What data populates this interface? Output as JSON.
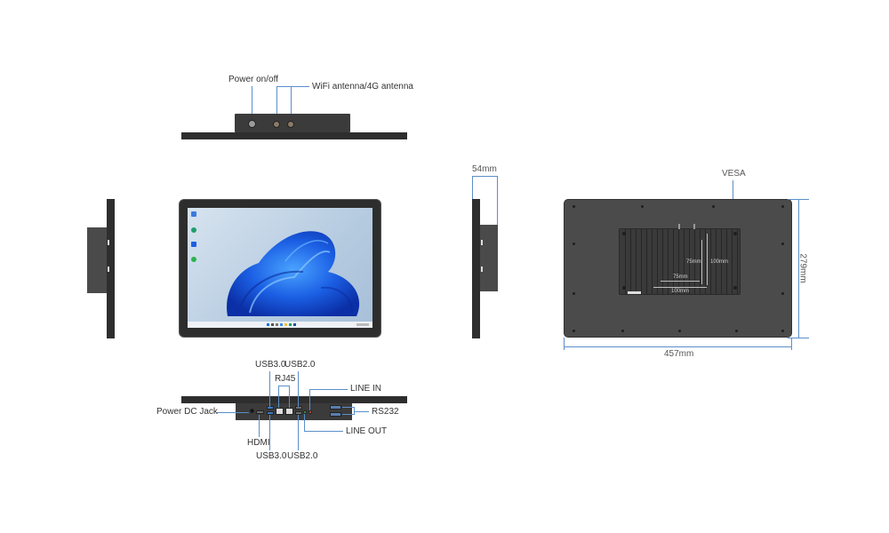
{
  "diagram": {
    "title": "Industrial panel PC dimension and interface drawing",
    "colors": {
      "callout_line": "#5b8fc9",
      "chassis": "#4a4a4a",
      "bezel": "#2e2e2e",
      "wallpaper": "#1a5fe0"
    },
    "top_view": {
      "labels": {
        "power": "Power on/off",
        "antenna": "WiFi antenna/4G antenna"
      }
    },
    "front_view": {
      "os": "Windows 11 desktop",
      "desktop_icons": [
        "recycle-bin",
        "edge",
        "app",
        "toggle"
      ]
    },
    "side_view": {
      "depth_label": "54mm"
    },
    "rear_view": {
      "vesa_label": "VESA",
      "width_label": "457mm",
      "height_label": "279mm",
      "vesa_inner_h": "75mm",
      "vesa_outer_h": "100mm",
      "vesa_inner_w": "75mm",
      "vesa_outer_w": "100mm"
    },
    "bottom_view": {
      "labels": {
        "usb30_top": "USB3.0",
        "usb20_top": "USB2.0",
        "rj45": "RJ45",
        "line_in": "LINE IN",
        "power_dc": "Power DC Jack",
        "rs232": "RS232",
        "line_out": "LINE OUT",
        "hdmi": "HDMI",
        "usb30_bottom": "USB3.0",
        "usb20_bottom": "USB2.0"
      }
    }
  }
}
